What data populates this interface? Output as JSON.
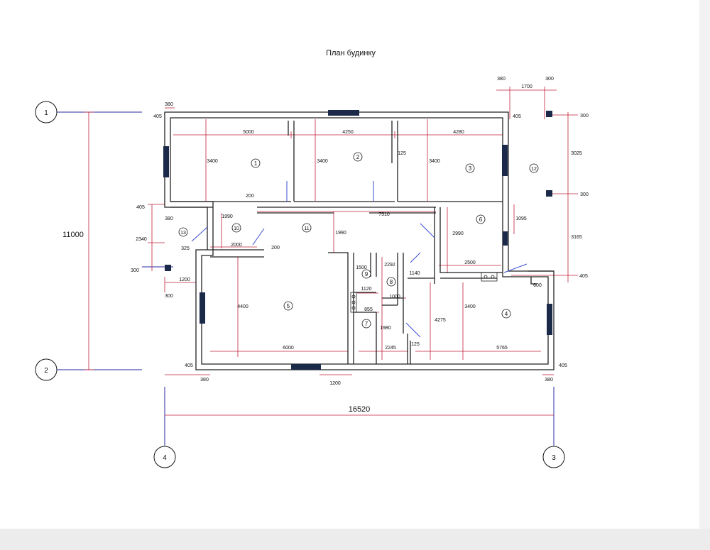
{
  "title": "План будинку",
  "axes": [
    "1",
    "2",
    "3",
    "4"
  ],
  "overall": {
    "height": "11000",
    "width": "16520"
  },
  "rooms": [
    "1",
    "2",
    "3",
    "4",
    "5",
    "6",
    "7",
    "8",
    "9",
    "10",
    "11",
    "12",
    "13"
  ],
  "dims": {
    "d380_tl": "380",
    "d405_tl": "405",
    "d380_tr": "380",
    "d1700": "1700",
    "d300_tr": "300",
    "d405_r": "405",
    "d300_r1": "300",
    "d3025": "3025",
    "d300_r2": "300",
    "d3165": "3165",
    "d405_r2": "405",
    "d1095": "1095",
    "d5000": "5000",
    "d4250": "4250",
    "d4280": "4280",
    "d3400_1": "3400",
    "d3400_2": "3400",
    "d3400_3": "3400",
    "d125_top": "125",
    "d200_a": "200",
    "d7510": "7510",
    "d1990_a": "1990",
    "d1990_b": "1990",
    "d2990": "2990",
    "d2500": "2500",
    "d405_l": "405",
    "d380_l": "380",
    "d2340": "2340",
    "d325": "325",
    "d2000": "2000",
    "d200_b": "200",
    "d300_l": "300",
    "d1200_l": "1200",
    "d300_lb": "300",
    "d1500": "1500",
    "d2292": "2292",
    "d1140": "1140",
    "d1120": "1120",
    "d1000": "1000",
    "d855": "855",
    "d1980": "1980",
    "d600": "600",
    "d4400": "4400",
    "d4275": "4275",
    "d3400_4": "3400",
    "d6000": "6000",
    "d2245": "2245",
    "d125_b": "125",
    "d5765": "5765",
    "d405_bl": "405",
    "d380_bl": "380",
    "d1200_b": "1200",
    "d405_br": "405",
    "d380_br": "380"
  }
}
